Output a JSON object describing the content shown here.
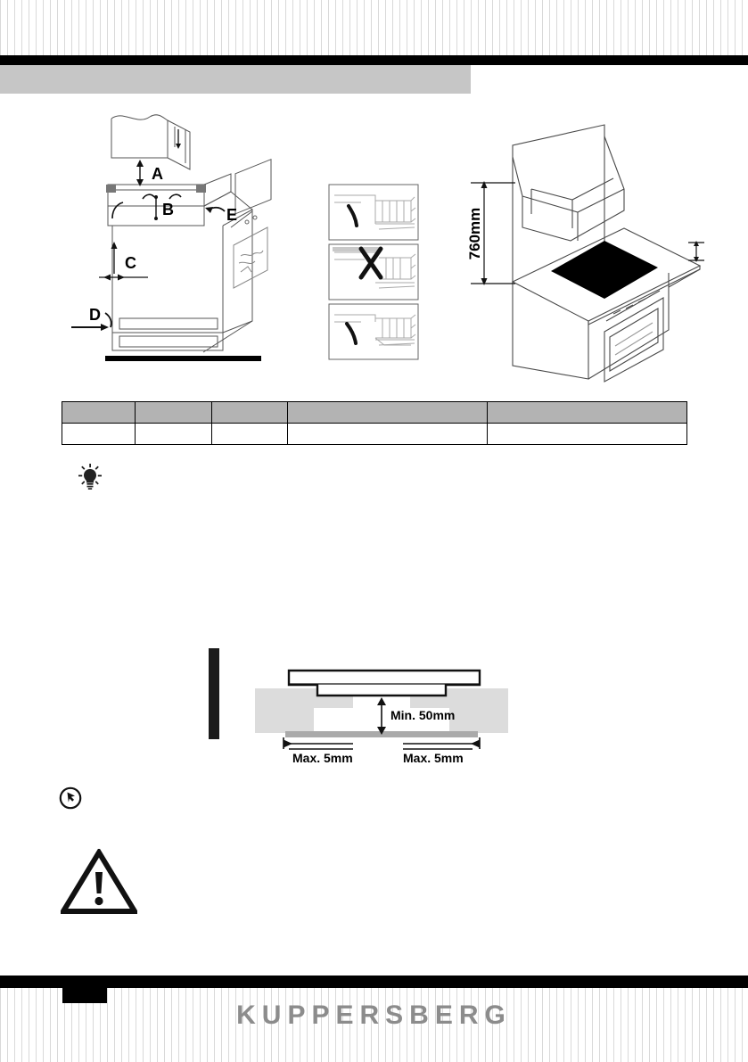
{
  "page": {
    "brand": "KUPPERSBERG",
    "page_number": ""
  },
  "section": {
    "header_title": ""
  },
  "figures": {
    "installation_clearances": {
      "name": "installation-clearance-diagram",
      "labels": [
        "A",
        "B",
        "C",
        "D",
        "E"
      ]
    },
    "hood_height": {
      "name": "hood-height-diagram",
      "dimension_label": "760mm"
    },
    "mounting_options": {
      "name": "mounting-options-diagram",
      "panels": [
        "ok-top",
        "not-allowed",
        "ok-bottom"
      ]
    },
    "cutout_clearance": {
      "name": "cutout-clearance-diagram",
      "min_gap_label": "Min. 50mm",
      "max_left_label": "Max. 5mm",
      "max_right_label": "Max. 5mm"
    }
  },
  "spec_table": {
    "headers": [
      "",
      "",
      "",
      "",
      ""
    ],
    "rows": [
      [
        "",
        "",
        "",
        "",
        ""
      ]
    ]
  },
  "notes": {
    "tip": {
      "icon": "lightbulb-icon",
      "text": ""
    },
    "pin": {
      "icon": "pushpin-icon",
      "text": ""
    },
    "warning": {
      "icon": "warning-triangle-icon",
      "text": ""
    }
  },
  "body": {
    "paragraph_1": "",
    "paragraph_2": "",
    "paragraph_3": ""
  },
  "colors": {
    "header_gray": "#c6c6c6",
    "table_header_gray": "#b3b3b3",
    "rule_black": "#000000",
    "brand_gray": "#8c8c8c",
    "stripe_gray": "#d9d9d9"
  }
}
